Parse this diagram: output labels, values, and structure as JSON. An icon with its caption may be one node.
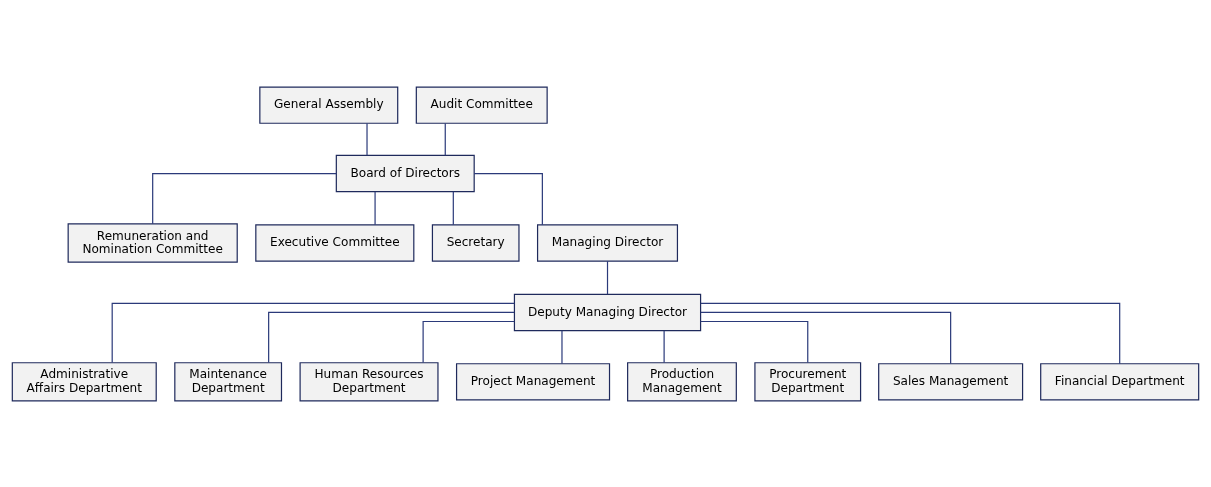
{
  "diagram": {
    "nodes": [
      {
        "text": [
          "General Assembly"
        ]
      },
      {
        "text": [
          "Audit Committee"
        ]
      },
      {
        "text": [
          "Board of Directors"
        ]
      },
      {
        "text": [
          "Remuneration and Nomination Committee"
        ]
      },
      {
        "text": [
          "Executive Committee"
        ]
      },
      {
        "text": [
          "Secretary"
        ]
      },
      {
        "text": [
          "Managing Director"
        ]
      },
      {
        "text": [
          "Deputy Managing Director"
        ]
      },
      {
        "text": [
          "Administrative Affairs Department"
        ]
      },
      {
        "text": [
          "Maintenance Department"
        ]
      },
      {
        "text": [
          "Human Resources Department"
        ]
      },
      {
        "text": [
          "Project Management"
        ]
      },
      {
        "text": [
          "Production Management"
        ]
      },
      {
        "text": [
          "Procurement Department"
        ]
      },
      {
        "text": [
          "Sales Management"
        ]
      },
      {
        "text": [
          "Financial Department"
        ]
      }
    ],
    "edges": [
      {
        "from": 0,
        "to": 2,
        "arrow": "none"
      },
      {
        "from": 1,
        "to": 2,
        "arrow": "none"
      },
      {
        "from": 2,
        "to": 3,
        "arrow": "none"
      },
      {
        "from": 2,
        "to": 4,
        "arrow": "none"
      },
      {
        "from": 2,
        "to": 5,
        "arrow": "none"
      },
      {
        "from": 2,
        "to": 6,
        "arrow": "none"
      },
      {
        "from": 6,
        "to": 7,
        "arrow": "none"
      },
      {
        "from": 7,
        "to": 8,
        "arrow": "none"
      },
      {
        "from": 7,
        "to": 9,
        "arrow": "none"
      },
      {
        "from": 7,
        "to": 10,
        "arrow": "none"
      },
      {
        "from": 7,
        "to": 11,
        "arrow": "none"
      },
      {
        "from": 7,
        "to": 12,
        "arrow": "none"
      },
      {
        "from": 7,
        "to": 13,
        "arrow": "none"
      },
      {
        "from": 7,
        "to": 14,
        "arrow": "none"
      },
      {
        "from": 7,
        "to": 15,
        "arrow": "none"
      }
    ]
  }
}
